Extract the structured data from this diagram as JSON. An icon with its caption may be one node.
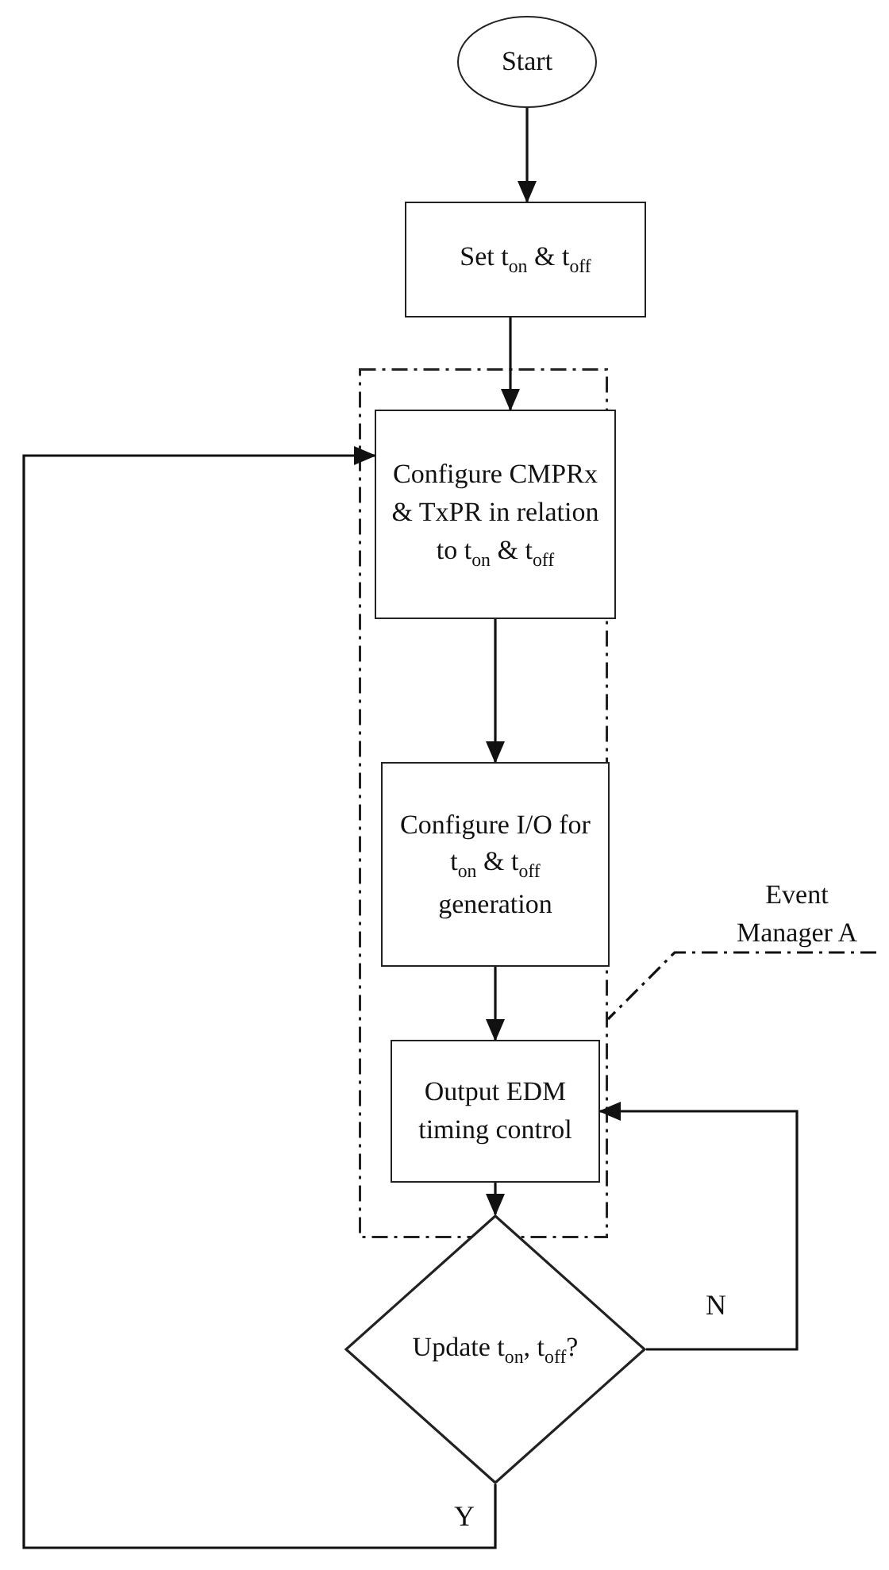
{
  "diagram": {
    "nodes": [
      {
        "text": [
          "Start"
        ]
      },
      {
        "text": [
          "Set t$_{on}$ & t$_{off}$"
        ]
      },
      {
        "text": [],
        "shape": "box"
      },
      {
        "text": [
          "Configure CMPRx & TxPR in relation to t$_{on}$ & t$_{off}$"
        ],
        "in": 2
      },
      {
        "text": [
          "Configure I/O for t$_{on}$ & t$_{off}$ generation"
        ],
        "in": 2
      },
      {
        "text": [
          "Output EDM timing control"
        ],
        "in": 2
      },
      {
        "text": [
          "Update t$_{on}$, t$_{off}$?"
        ]
      },
      {
        "text": [
          "Event Manager A"
        ]
      }
    ],
    "edges": [
      {
        "from": 0,
        "to": 1,
        "arrow": "to"
      },
      {
        "from": 1,
        "to": 3,
        "arrow": "to"
      },
      {
        "from": 3,
        "to": 4,
        "arrow": "to"
      },
      {
        "from": 4,
        "to": 5,
        "arrow": "to"
      },
      {
        "from": 5,
        "to": 6,
        "arrow": "to"
      },
      {
        "from": 6,
        "to": 5,
        "arrow": "to",
        "label": "N"
      },
      {
        "from": 6,
        "to": 3,
        "arrow": "to",
        "label": "Y"
      },
      {
        "from": 7,
        "to": 2,
        "arrow": "none",
        "style": "dashed"
      }
    ]
  }
}
